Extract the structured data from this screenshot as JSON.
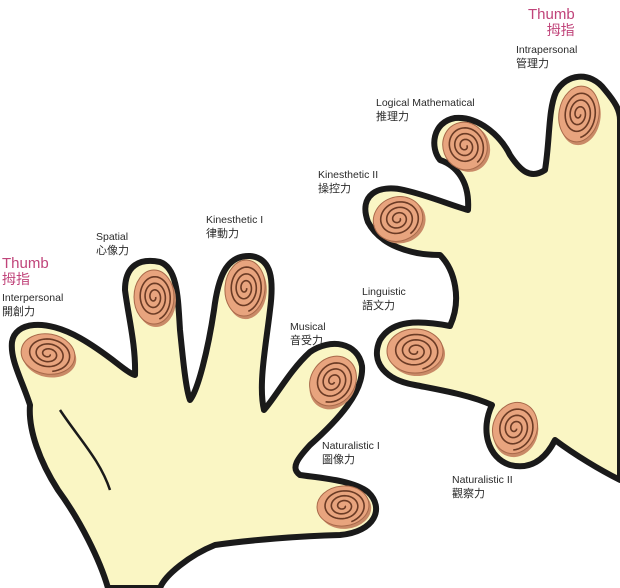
{
  "left_hand": {
    "thumb_en": "Thumb",
    "thumb_zh": "拇指",
    "labels": [
      {
        "en": "Interpersonal",
        "zh": "開創力"
      },
      {
        "en": "Spatial",
        "zh": "心像力"
      },
      {
        "en": "Kinesthetic I",
        "zh": "律動力"
      },
      {
        "en": "Musical",
        "zh": "音受力"
      },
      {
        "en": "Naturalistic I",
        "zh": "圖像力"
      }
    ]
  },
  "right_hand": {
    "thumb_en": "Thumb",
    "thumb_zh": "拇指",
    "labels": [
      {
        "en": "Intrapersonal",
        "zh": "管理力"
      },
      {
        "en": "Logical Mathematical",
        "zh": "推理力"
      },
      {
        "en": "Kinesthetic II",
        "zh": "操控力"
      },
      {
        "en": "Linguistic",
        "zh": "語文力"
      },
      {
        "en": "Naturalistic II",
        "zh": "觀察力"
      }
    ]
  },
  "colors": {
    "hand_fill": "#faf6c4",
    "outline": "#1a1a1a",
    "fingerprint_fill": "#e8a47e",
    "spiral": "#6b3b25",
    "thumb_text": "#c0447a"
  }
}
